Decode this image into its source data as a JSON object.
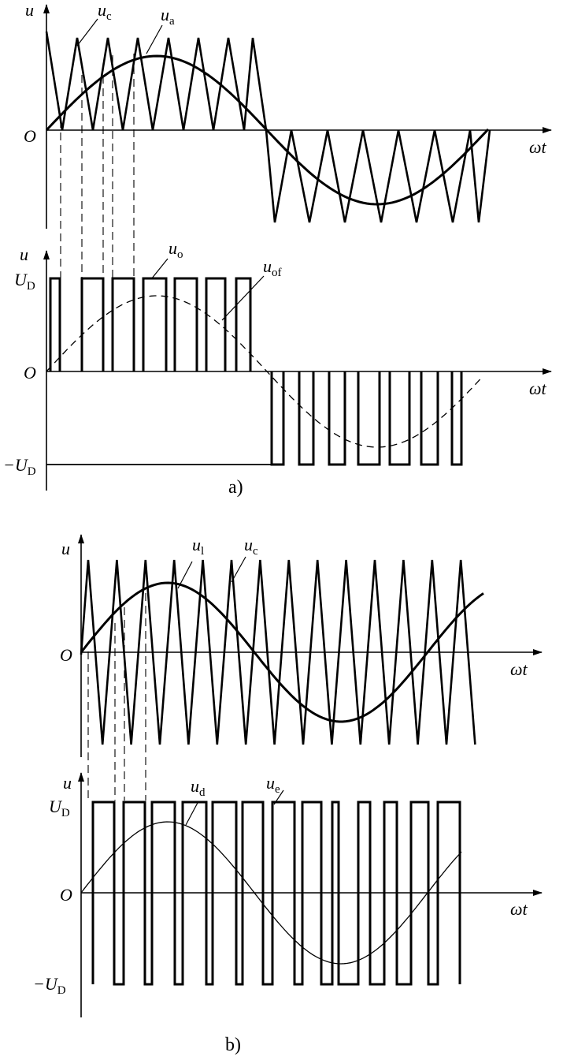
{
  "figure_a": {
    "caption": "a)",
    "carrier_modulation": {
      "y_axis_label": "u",
      "x_axis_label": "ωt",
      "origin_label": "O",
      "carrier_label": {
        "base": "u",
        "sub": "c"
      },
      "reference_label": {
        "base": "u",
        "sub": "a"
      }
    },
    "output": {
      "y_axis_label": "u",
      "x_axis_label": "ωt",
      "origin_label": "O",
      "plus_level_label": {
        "base": "U",
        "sub": "D"
      },
      "minus_level_label": {
        "base": "−U",
        "sub": "D"
      },
      "pulse_label": {
        "base": "u",
        "sub": "o"
      },
      "fundamental_label": {
        "base": "u",
        "sub": "of"
      }
    }
  },
  "figure_b": {
    "caption": "b)",
    "carrier_modulation": {
      "y_axis_label": "u",
      "x_axis_label": "ωt",
      "origin_label": "O",
      "reference_label": {
        "base": "u",
        "sub": "l"
      },
      "carrier_label": {
        "base": "u",
        "sub": "c"
      }
    },
    "output": {
      "y_axis_label": "u",
      "x_axis_label": "ωt",
      "origin_label": "O",
      "plus_level_label": {
        "base": "U",
        "sub": "D"
      },
      "minus_level_label": {
        "base": "−U",
        "sub": "D"
      },
      "fundamental_label": {
        "base": "u",
        "sub": "d"
      },
      "pulse_label": {
        "base": "u",
        "sub": "e"
      }
    }
  }
}
